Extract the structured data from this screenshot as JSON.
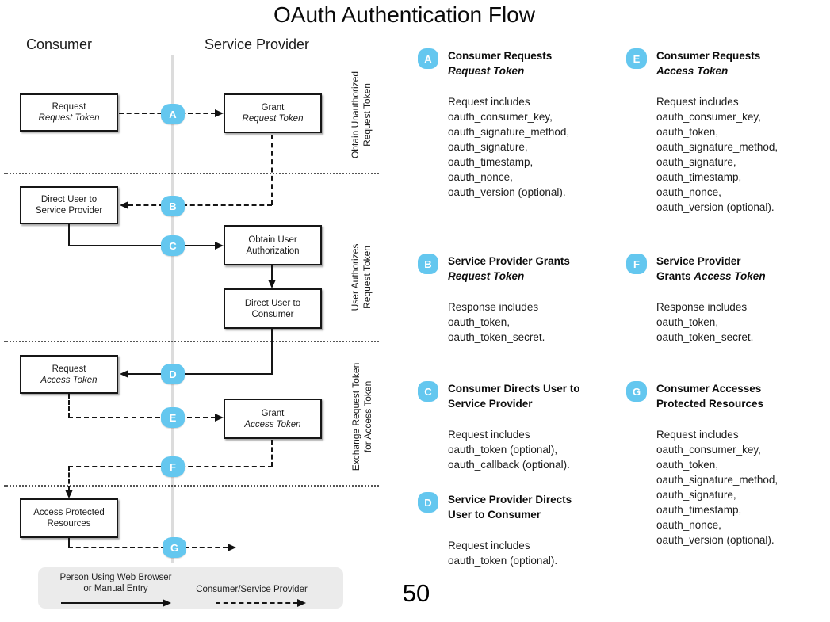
{
  "title": "OAuth Authentication Flow",
  "page_number": "50",
  "colors": {
    "badge_blue": "#64c7ef",
    "legend_bg": "#ebebeb",
    "spine_gray": "#dcdcdc"
  },
  "diagram": {
    "lane_headers": {
      "consumer": "Consumer",
      "service_provider": "Service Provider"
    },
    "phases": [
      {
        "label": "Obtain Unauthorized\nRequest Token"
      },
      {
        "label": "User Authorizes\nRequest Token"
      },
      {
        "label": "Exchange Request Token\nfor Access Token"
      }
    ],
    "step_badges": [
      "A",
      "B",
      "C",
      "D",
      "E",
      "F",
      "G"
    ],
    "boxes": [
      {
        "plain": "Request\n",
        "italic": "Request Token"
      },
      {
        "plain": "Grant\n",
        "italic": "Request Token"
      },
      {
        "plain": "Direct User to\nService Provider",
        "italic": ""
      },
      {
        "plain": "Obtain User\nAuthorization",
        "italic": ""
      },
      {
        "plain": "Direct User to\nConsumer",
        "italic": ""
      },
      {
        "plain": "Request\n",
        "italic": "Access Token"
      },
      {
        "plain": "Grant\n",
        "italic": "Access Token"
      },
      {
        "plain": "Access Protected\nResources",
        "italic": ""
      }
    ]
  },
  "legend": {
    "solid_label": "Person Using Web Browser\nor Manual Entry",
    "dashed_label": "Consumer/Service Provider"
  },
  "sections": [
    {
      "id": "A",
      "heading_plain": "Consumer Requests\n",
      "heading_italic": "Request Token",
      "body": "Request includes\noauth_consumer_key,\noauth_signature_method,\noauth_signature,\noauth_timestamp,\noauth_nonce,\noauth_version (optional)."
    },
    {
      "id": "B",
      "heading_plain": "Service Provider Grants\n",
      "heading_italic": "Request Token",
      "body": "Response includes\noauth_token,\noauth_token_secret."
    },
    {
      "id": "C",
      "heading_plain": "Consumer Directs User to\nService Provider",
      "heading_italic": "",
      "body": "Request includes\noauth_token (optional),\noauth_callback (optional)."
    },
    {
      "id": "D",
      "heading_plain": "Service Provider Directs\nUser to Consumer",
      "heading_italic": "",
      "body": "Request includes\noauth_token (optional)."
    },
    {
      "id": "E",
      "heading_plain": "Consumer Requests\n",
      "heading_italic": "Access Token",
      "body": "Request includes\noauth_consumer_key,\noauth_token,\noauth_signature_method,\noauth_signature,\noauth_timestamp,\noauth_nonce,\noauth_version (optional)."
    },
    {
      "id": "F",
      "heading_plain": "Service Provider\nGrants ",
      "heading_italic": "Access Token",
      "body": "Response includes\noauth_token,\noauth_token_secret."
    },
    {
      "id": "G",
      "heading_plain": "Consumer Accesses\nProtected Resources",
      "heading_italic": "",
      "body": "Request includes\noauth_consumer_key,\noauth_token,\noauth_signature_method,\noauth_signature,\noauth_timestamp,\noauth_nonce,\noauth_version (optional)."
    }
  ]
}
